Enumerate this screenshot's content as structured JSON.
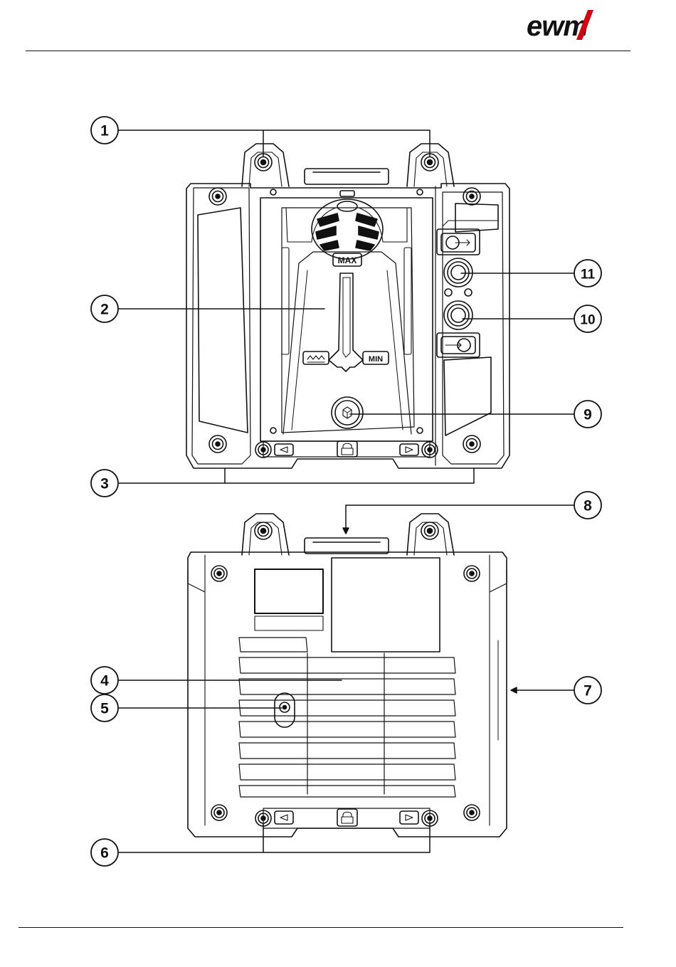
{
  "header": {
    "brand": "ewm",
    "brand_color": "#d4000f"
  },
  "diagram": {
    "stroke_color": "#111111",
    "front_view": {
      "labels": {
        "max": "MAX",
        "min": "MIN"
      }
    },
    "callouts": [
      {
        "number": "1"
      },
      {
        "number": "2"
      },
      {
        "number": "3"
      },
      {
        "number": "4"
      },
      {
        "number": "5"
      },
      {
        "number": "6"
      },
      {
        "number": "7"
      },
      {
        "number": "8"
      },
      {
        "number": "9"
      },
      {
        "number": "10"
      },
      {
        "number": "11"
      }
    ]
  }
}
